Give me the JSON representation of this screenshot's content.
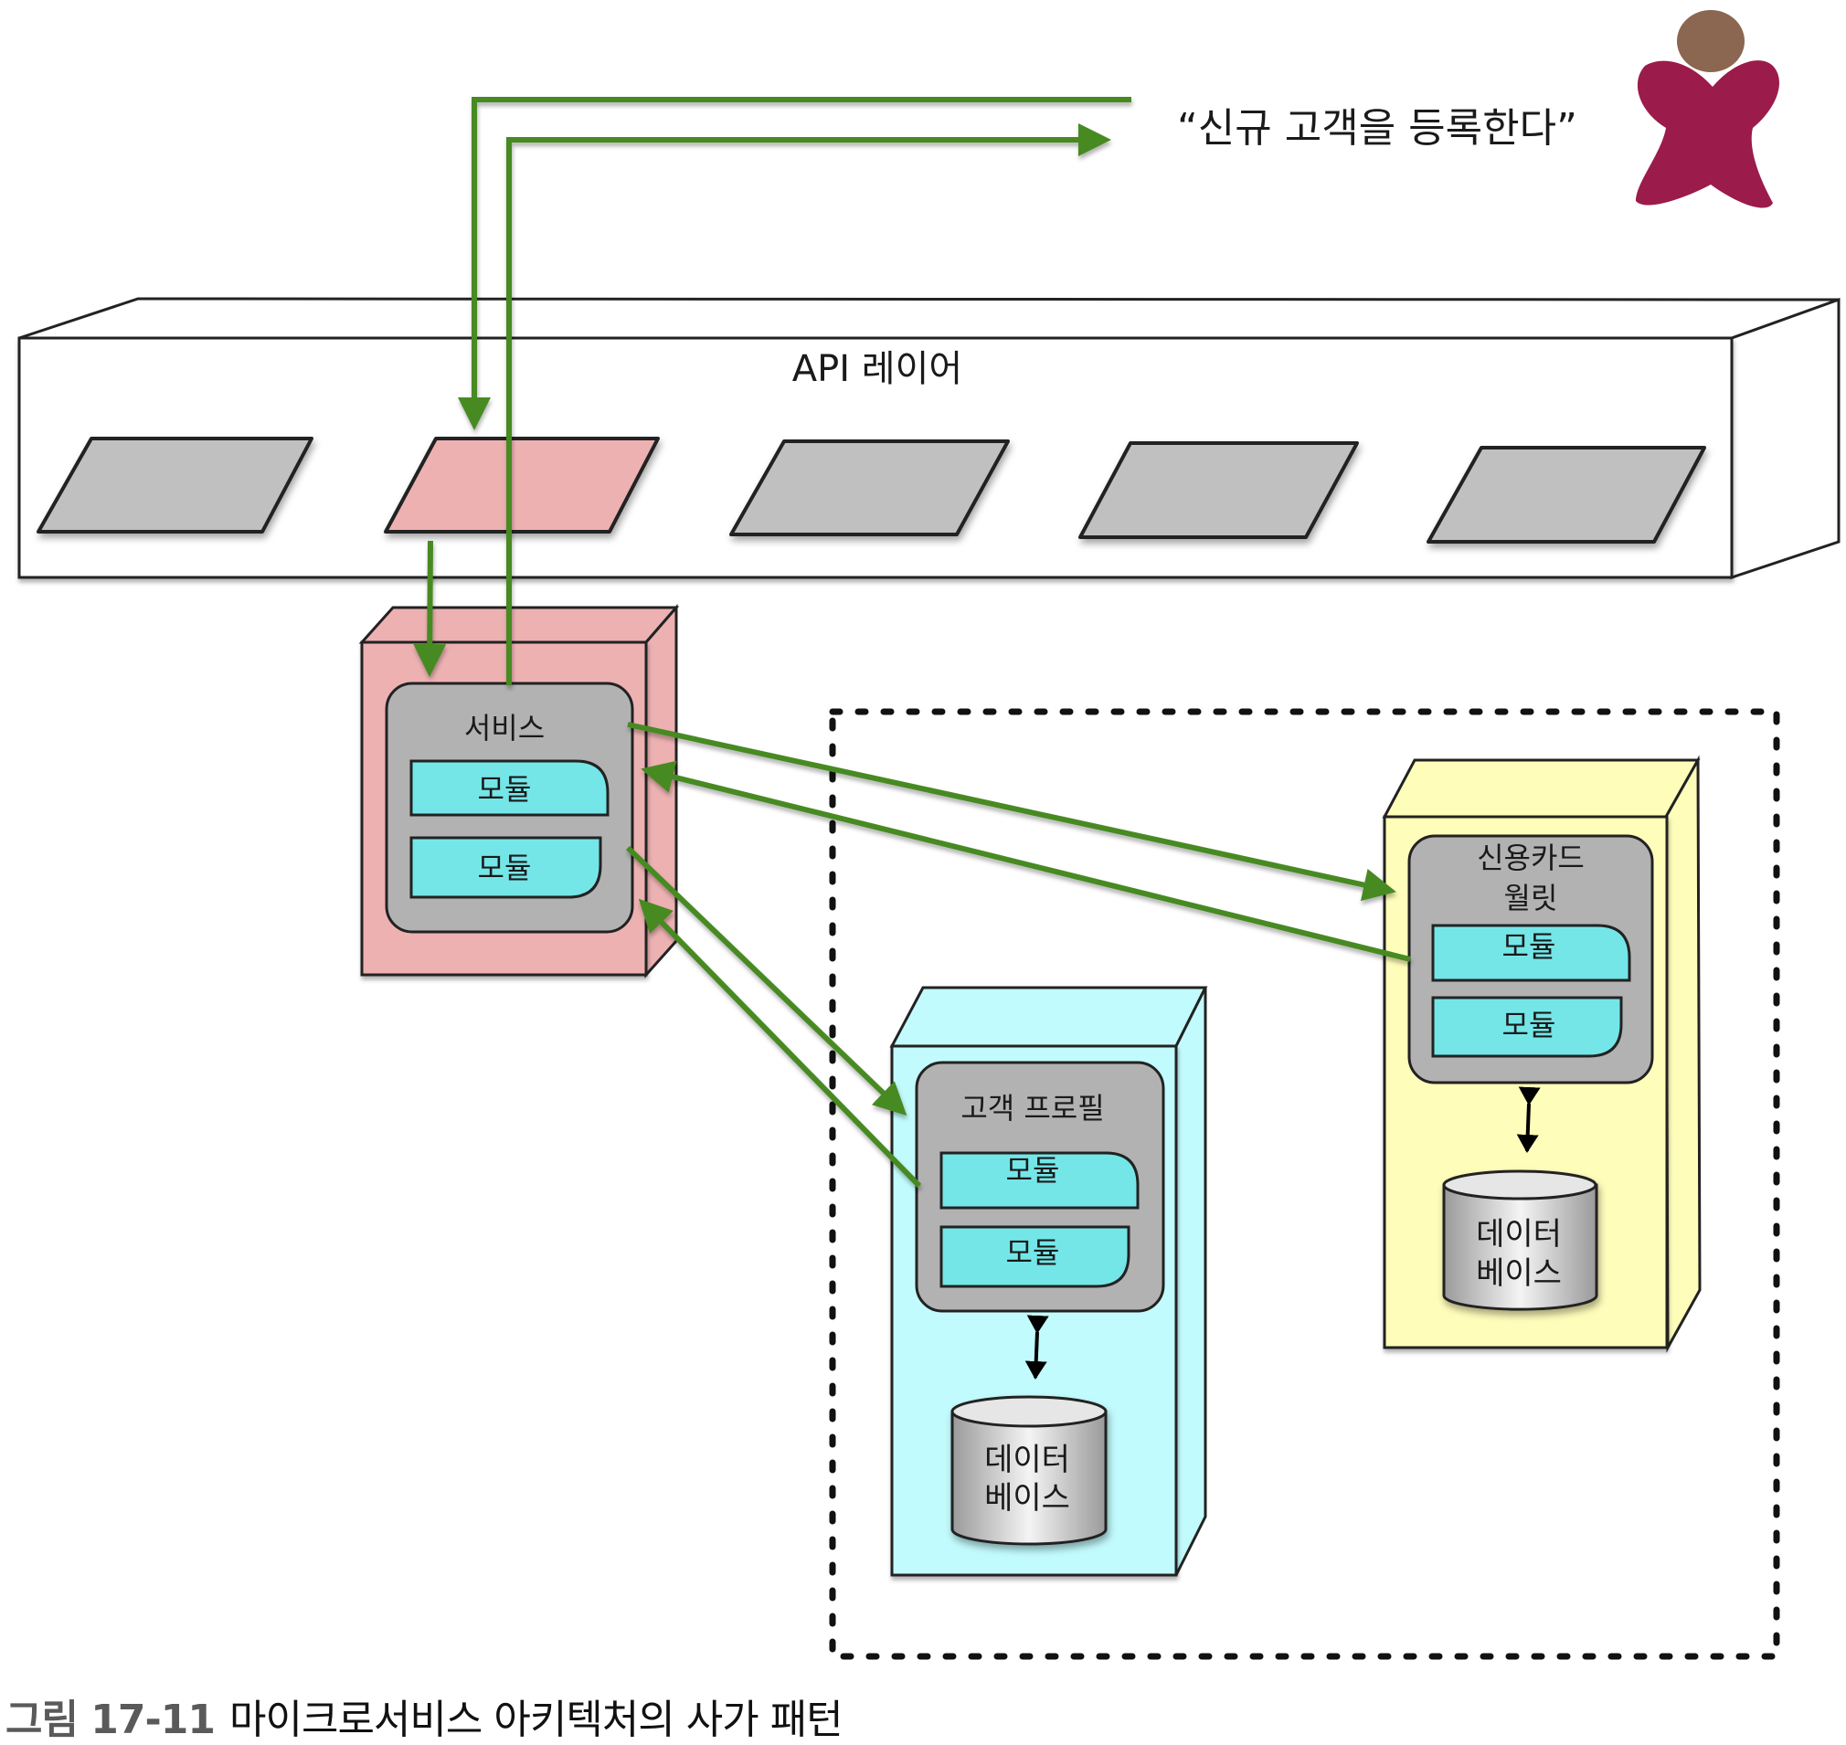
{
  "actor": {
    "icon": "person-icon",
    "request_text": "“신규 고객을 등록한다”",
    "colors": {
      "head": "#8B6650",
      "body": "#9B1B4A"
    }
  },
  "api_layer": {
    "label": "API 레이어",
    "endpoints": [
      {
        "id": 1,
        "active": false
      },
      {
        "id": 2,
        "active": true
      },
      {
        "id": 3,
        "active": false
      },
      {
        "id": 4,
        "active": false
      },
      {
        "id": 5,
        "active": false
      }
    ],
    "colors": {
      "endpoint": "#C0C0C0",
      "endpoint_active": "#EDB1B2"
    }
  },
  "services": {
    "orchestrator": {
      "title": "서비스",
      "modules": [
        "모듈",
        "모듈"
      ],
      "color": "#EDB1B2"
    },
    "customer_profile": {
      "title": "고객 프로필",
      "modules": [
        "모듈",
        "모듈"
      ],
      "database": [
        "데이터",
        "베이스"
      ],
      "color": "#C2FBFD"
    },
    "credit_card_wallet": {
      "title_lines": [
        "신용카드",
        "월릿"
      ],
      "modules": [
        "모듈",
        "모듈"
      ],
      "database": [
        "데이터",
        "베이스"
      ],
      "color": "#FFFDBA"
    }
  },
  "colors": {
    "arrow": "#468A24",
    "service_inner": "#B2B2B2",
    "module": "#74E6E8"
  },
  "caption": {
    "number": "그림 17-11",
    "text": "마이크로서비스 아키텍처의 사가 패턴"
  }
}
